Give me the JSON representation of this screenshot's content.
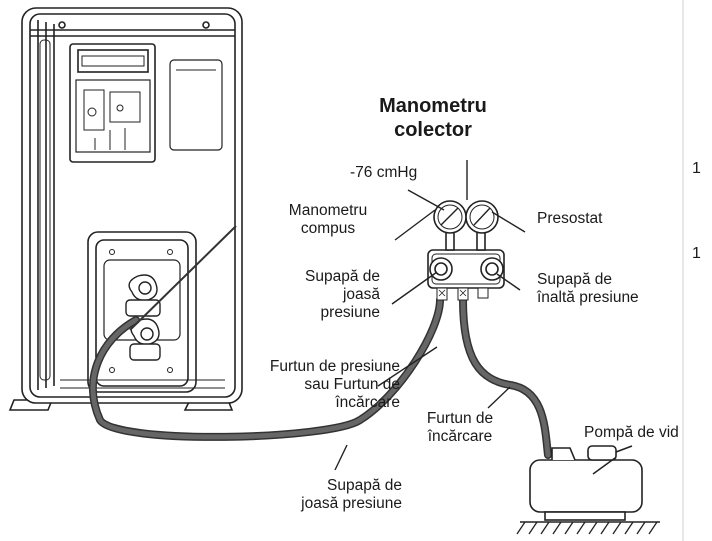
{
  "title": [
    "Manometru",
    "colector"
  ],
  "labels": {
    "vacuum_reading": "-76 cmHg",
    "compound_gauge": [
      "Manometru",
      "compus"
    ],
    "pressure_gauge": "Presostat",
    "low_valve_manifold": [
      "Supapă de",
      "joasă",
      "presiune"
    ],
    "high_valve_manifold": [
      "Supapă de",
      "înaltă presiune"
    ],
    "pressure_hose": [
      "Furtun de presiune",
      "sau Furtun de",
      "încărcare"
    ],
    "charge_hose": [
      "Furtun de",
      "încărcare"
    ],
    "vacuum_pump": "Pompă de vid",
    "low_valve_unit": [
      "Supapă de",
      "joasă presiune"
    ]
  },
  "side_markers": [
    "1",
    "1"
  ]
}
